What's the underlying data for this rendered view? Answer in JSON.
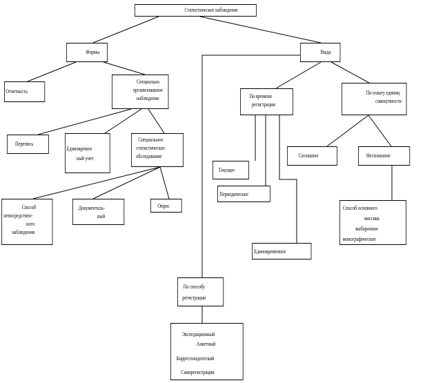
{
  "nodes": {
    "root": "Статистическое наблюдение",
    "formy": "Формы",
    "vidy": "Виды",
    "otchetnost": "Отчетность",
    "spec_org": [
      "Специально",
      "организованное",
      "наблюдение"
    ],
    "po_vremeni": [
      "По времени",
      "регистрации"
    ],
    "po_ohvatu": [
      "По охвату единиц",
      "совокупности"
    ],
    "perepis": "Перепись",
    "edinovrem_uchet": [
      "Единовремен",
      "ный учет"
    ],
    "spec_stat": [
      "Специальное",
      "статистическое",
      "обследование"
    ],
    "tekushchee": "Текущее",
    "sploshnoe": "Сплошное",
    "nesploshnoe": "Несплошное",
    "periodicheskoe": "Периодическое",
    "sposob_neposr": [
      "Способ",
      "непосредствен-",
      "ного",
      "наблюдения"
    ],
    "dokumentalny": [
      "Документаль-",
      "ный"
    ],
    "opros": "Опрос",
    "sposob_osnovnogo": [
      "Способ основного",
      "массива",
      "выборочное",
      "монографическое"
    ],
    "edinovremennoe": "Единовременное",
    "po_sposobu": [
      "По способу",
      "регистрации"
    ],
    "methods": [
      "Экспедиционный",
      "Анкетный",
      "Корреспондентский",
      "Саморегистрации"
    ]
  }
}
